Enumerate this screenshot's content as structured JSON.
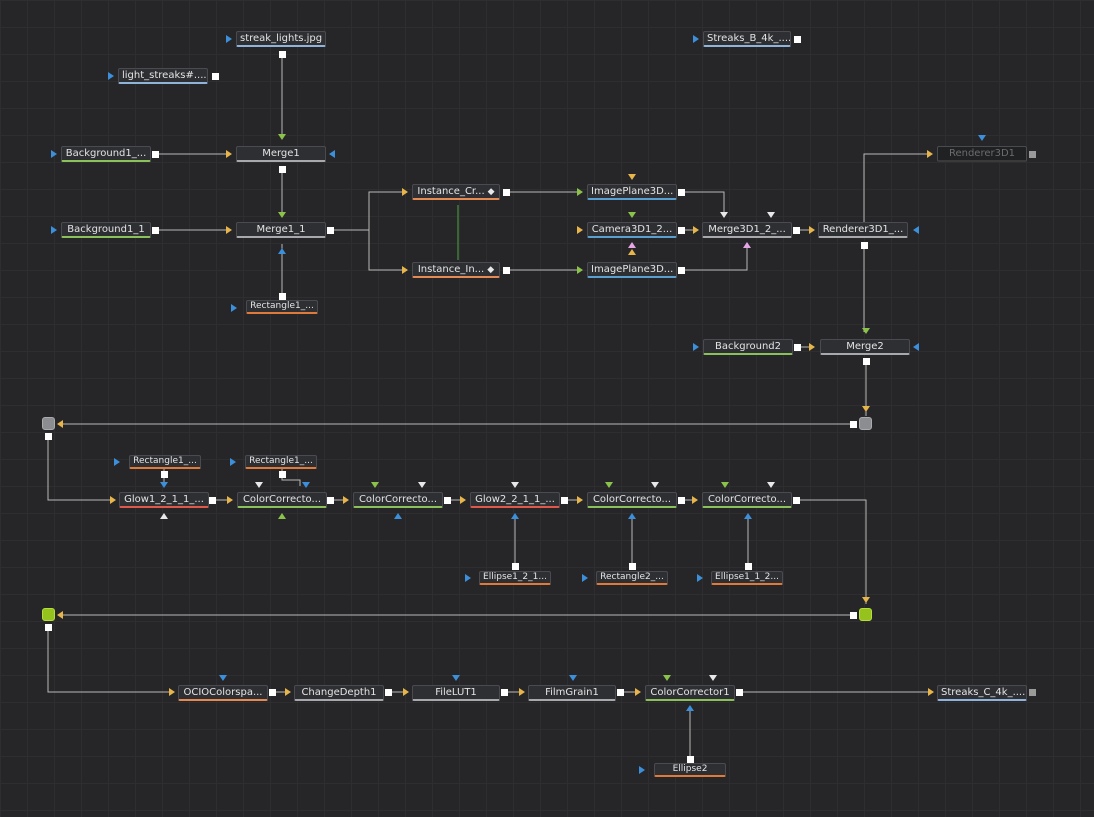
{
  "colors": {
    "canvas": "#262628",
    "wire": "#b8b8b8",
    "input_fg": "#e7b54a",
    "input_mask": "#3c8fdb",
    "input_bg": "#8bc34a",
    "input_extra": "#e6a6e6",
    "output_port": "#ffffff",
    "router_gray": "#8b8d90",
    "router_green": "#95c21c"
  },
  "nodes": [
    {
      "id": "streak-lights-jpg",
      "label": "streak_lights.jpg",
      "color": "loader",
      "glyph": ""
    },
    {
      "id": "light-streaks-loader",
      "label": "light_streaks#....",
      "color": "loader",
      "glyph": ""
    },
    {
      "id": "streaks-b-4k",
      "label": "Streaks_B_4k_....",
      "color": "saver",
      "glyph": ""
    },
    {
      "id": "background1",
      "label": "Background1_...",
      "color": "bg",
      "glyph": ""
    },
    {
      "id": "merge1",
      "label": "Merge1",
      "color": "merge",
      "glyph": ""
    },
    {
      "id": "background1-1",
      "label": "Background1_1",
      "color": "bg",
      "glyph": ""
    },
    {
      "id": "merge1-1",
      "label": "Merge1_1",
      "color": "merge",
      "glyph": ""
    },
    {
      "id": "rectangle1-a",
      "label": "Rectangle1_...",
      "color": "mask",
      "glyph": ""
    },
    {
      "id": "instance-cr",
      "label": "Instance_Cr...",
      "color": "inst",
      "glyph": "◆"
    },
    {
      "id": "instance-in",
      "label": "Instance_In...",
      "color": "inst",
      "glyph": "◆"
    },
    {
      "id": "imageplane3d-a",
      "label": "ImagePlane3D...",
      "color": "3d",
      "glyph": ""
    },
    {
      "id": "camera3d1-2",
      "label": "Camera3D1_2...",
      "color": "3d",
      "glyph": ""
    },
    {
      "id": "imageplane3d-b",
      "label": "ImagePlane3D...",
      "color": "3d",
      "glyph": ""
    },
    {
      "id": "merge3d1-2",
      "label": "Merge3D1_2_...",
      "color": "merge",
      "glyph": ""
    },
    {
      "id": "renderer3d1-dots",
      "label": "Renderer3D1_...",
      "color": "merge",
      "glyph": ""
    },
    {
      "id": "renderer3d1",
      "label": "Renderer3D1",
      "color": "dim",
      "glyph": ""
    },
    {
      "id": "background2",
      "label": "Background2",
      "color": "bg",
      "glyph": ""
    },
    {
      "id": "merge2",
      "label": "Merge2",
      "color": "merge",
      "glyph": ""
    },
    {
      "id": "rectangle1-b",
      "label": "Rectangle1_...",
      "color": "mask",
      "glyph": ""
    },
    {
      "id": "rectangle1-c",
      "label": "Rectangle1_...",
      "color": "mask",
      "glyph": ""
    },
    {
      "id": "glow1-2-1-1",
      "label": "Glow1_2_1_1_...",
      "color": "glow",
      "glyph": ""
    },
    {
      "id": "colorcorrector-a",
      "label": "ColorCorrecto...",
      "color": "cc",
      "glyph": ""
    },
    {
      "id": "colorcorrector-b",
      "label": "ColorCorrecto...",
      "color": "cc",
      "glyph": ""
    },
    {
      "id": "glow2-2-1-1",
      "label": "Glow2_2_1_1_...",
      "color": "glow",
      "glyph": ""
    },
    {
      "id": "colorcorrector-c",
      "label": "ColorCorrecto...",
      "color": "cc",
      "glyph": ""
    },
    {
      "id": "colorcorrector-d",
      "label": "ColorCorrecto...",
      "color": "cc",
      "glyph": ""
    },
    {
      "id": "ellipse1-2-1",
      "label": "Ellipse1_2_1...",
      "color": "mask",
      "glyph": ""
    },
    {
      "id": "rectangle2",
      "label": "Rectangle2_...",
      "color": "mask",
      "glyph": ""
    },
    {
      "id": "ellipse1-1-2",
      "label": "Ellipse1_1_2...",
      "color": "mask",
      "glyph": ""
    },
    {
      "id": "ociocolorspace",
      "label": "OCIOColorspa...",
      "color": "inst",
      "glyph": ""
    },
    {
      "id": "changedepth1",
      "label": "ChangeDepth1",
      "color": "merge",
      "glyph": ""
    },
    {
      "id": "filelut1",
      "label": "FileLUT1",
      "color": "merge",
      "glyph": ""
    },
    {
      "id": "filmgrain1",
      "label": "FilmGrain1",
      "color": "merge",
      "glyph": ""
    },
    {
      "id": "colorcorrector1",
      "label": "ColorCorrector1",
      "color": "cc",
      "glyph": ""
    },
    {
      "id": "ellipse2",
      "label": "Ellipse2",
      "color": "mask",
      "glyph": ""
    },
    {
      "id": "streaks-c-4k",
      "label": "Streaks_C_4k_....",
      "color": "saver",
      "glyph": ""
    }
  ],
  "routers": [
    {
      "id": "router-top-left",
      "color": "gray"
    },
    {
      "id": "router-top-right",
      "color": "gray"
    },
    {
      "id": "router-bottom-left",
      "color": "green"
    },
    {
      "id": "router-bottom-right",
      "color": "green"
    }
  ]
}
